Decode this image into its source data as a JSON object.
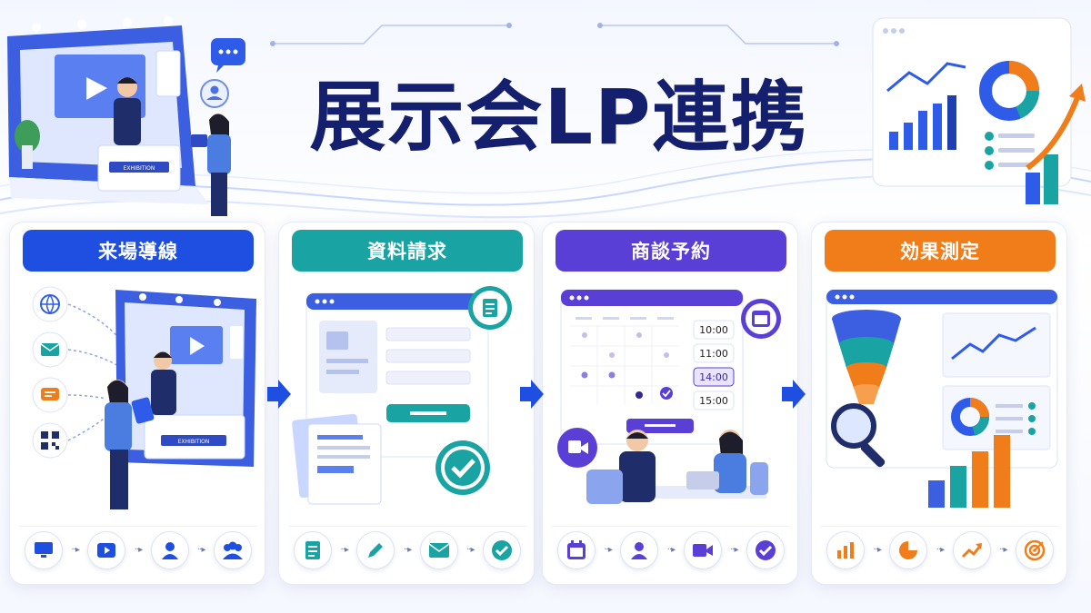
{
  "title": "展示会LP連携",
  "colors": {
    "navy": "#14206e",
    "blue": "#1f4fe0",
    "teal": "#1aa3a3",
    "purple": "#5a3fd6",
    "orange": "#f07c1a"
  },
  "hero": {
    "booth_sign": "EXHIBITION",
    "icons": [
      "chat-bubble-icon",
      "user-icon"
    ],
    "dashboard": [
      "line-chart-icon",
      "donut-chart-icon",
      "bar-chart-icon",
      "checklist-icon",
      "growth-arrow-icon"
    ]
  },
  "panels": [
    {
      "label": "来場導線",
      "color": "#1f4fe0",
      "side_icons": [
        "globe-icon",
        "mail-icon",
        "chat-icon",
        "qr-code-icon"
      ],
      "booth_sign": "EXHIBITION",
      "flow": [
        "monitor-icon",
        "video-icon",
        "user-icon",
        "group-icon"
      ]
    },
    {
      "label": "資料請求",
      "color": "#1aa3a3",
      "flow": [
        "document-icon",
        "pen-icon",
        "mail-icon",
        "check-icon"
      ]
    },
    {
      "label": "商談予約",
      "color": "#5a3fd6",
      "time_slots": [
        "10:00",
        "11:00",
        "14:00",
        "15:00"
      ],
      "selected_slot": "14:00",
      "flow": [
        "calendar-icon",
        "user-icon",
        "video-icon",
        "check-icon"
      ]
    },
    {
      "label": "効果測定",
      "color": "#f07c1a",
      "flow": [
        "bar-chart-icon",
        "pie-chart-icon",
        "trend-icon",
        "target-icon"
      ]
    }
  ]
}
